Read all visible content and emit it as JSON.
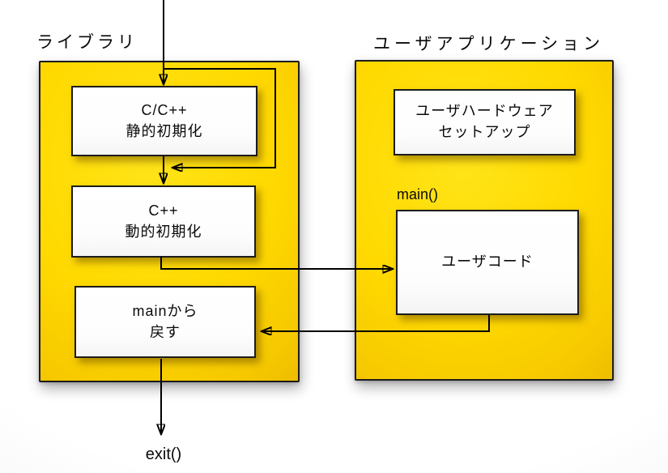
{
  "library": {
    "title": "ライブラリ",
    "boxes": [
      {
        "line1": "C/C++",
        "line2": "静的初期化"
      },
      {
        "line1": "C++",
        "line2": "動的初期化"
      },
      {
        "line1": "mainから",
        "line2": "戻す"
      }
    ]
  },
  "user_app": {
    "title": "ユーザアプリケーション",
    "hw_box": {
      "line1": "ユーザハードウェア",
      "line2": "セットアップ"
    },
    "main_label": "main()",
    "code_box_label": "ユーザコード"
  },
  "exit_label": "exit()",
  "colors": {
    "container_fill": "#ffd900",
    "container_fill_edge": "#dfa900",
    "node_fill": "#ffffff",
    "stroke": "#000000",
    "background": "#ffffff"
  }
}
